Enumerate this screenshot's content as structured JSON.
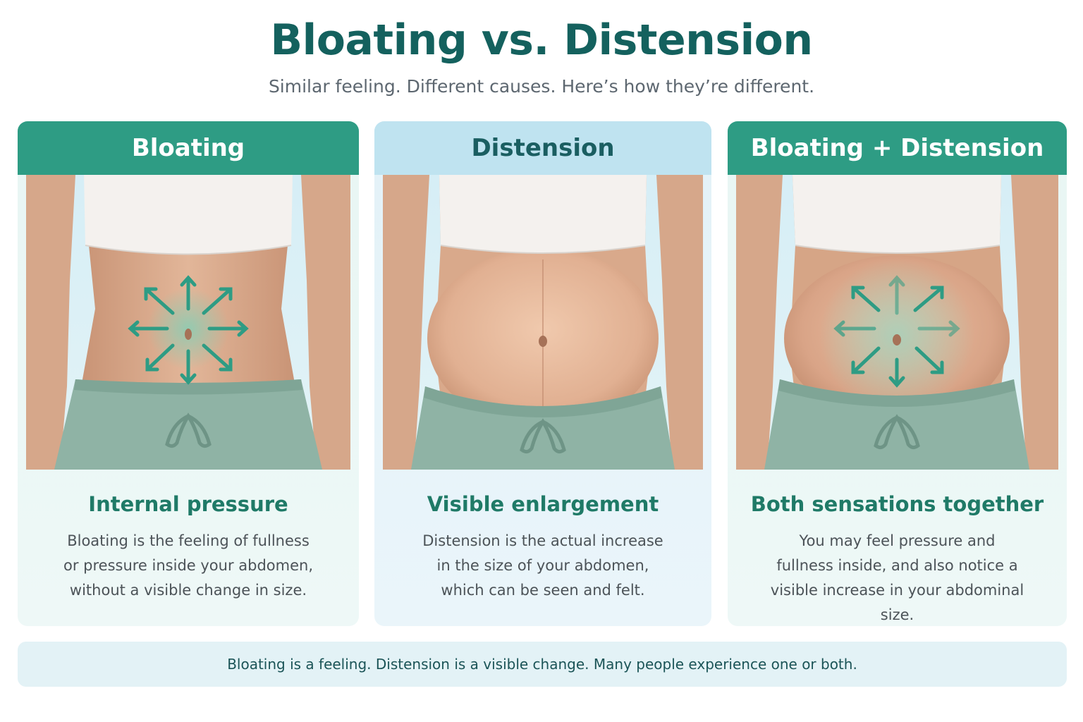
{
  "header": {
    "title": "Bloating vs. Distension",
    "subtitle": "Similar feeling. Different causes. Here’s how they’re different."
  },
  "cards": [
    {
      "label": "Bloating",
      "heading": "Internal pressure",
      "text": "Bloating is the feeling of fullness or pressure inside your abdomen, without a visible change in size."
    },
    {
      "label": "Distension",
      "heading": "Visible enlargement",
      "text": "Distension is the actual increase in the size of your abdomen, which can be seen and felt."
    },
    {
      "label": "Bloating + Distension",
      "heading": "Both sensations together",
      "text": "You may feel pressure and fullness inside, and also notice a visible increase in your abdominal size."
    }
  ],
  "footer": {
    "text": "Bloating is a feeling. Distension is a visible change. Many people experience one or both."
  },
  "colors": {
    "title": "#14615e",
    "header_green": "#2e9c84",
    "header_blue": "#bfe3f0",
    "accent_teal": "#1f7a67",
    "pants": "#8fb3a5"
  },
  "icons": [
    "pressure-arrows-icon"
  ]
}
